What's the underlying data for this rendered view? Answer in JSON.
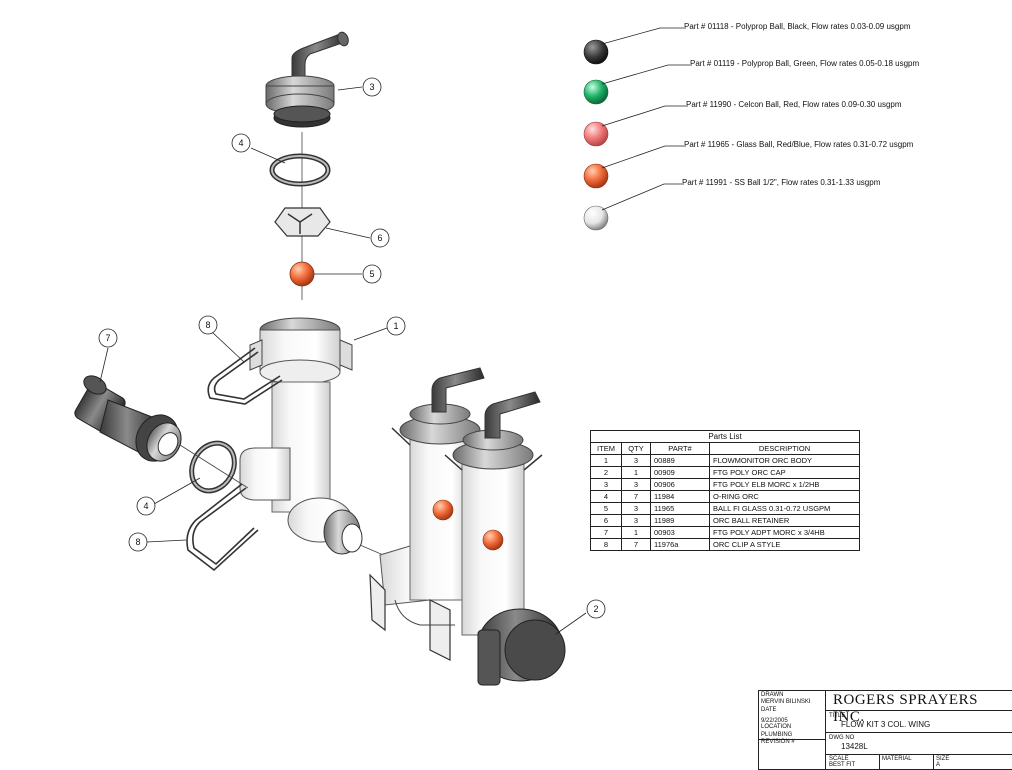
{
  "ball_notes": [
    {
      "text": "Part # 01118 - Polyprop Ball, Black, Flow rates 0.03-0.09 usgpm",
      "color": "#3a3a3a"
    },
    {
      "text": "Part # 01119 - Polyprop Ball, Green, Flow rates 0.05-0.18 usgpm",
      "color": "#22b36a"
    },
    {
      "text": "Part # 11990 - Celcon Ball, Red, Flow rates 0.09-0.30 usgpm",
      "color": "#f07a7a"
    },
    {
      "text": "Part # 11965 - Glass Ball, Red/Blue, Flow rates 0.31-0.72 usgpm",
      "color": "#f26a3a"
    },
    {
      "text": "Part # 11991 - SS Ball 1/2\", Flow rates 0.31-1.33 usgpm",
      "color": "#e6e6e6"
    }
  ],
  "callouts": [
    "3",
    "4",
    "6",
    "5",
    "1",
    "8",
    "7",
    "4",
    "8",
    "2"
  ],
  "parts_list": {
    "title": "Parts List",
    "headers": [
      "ITEM",
      "QTY",
      "PART#",
      "DESCRIPTION"
    ],
    "rows": [
      [
        "1",
        "3",
        "00889",
        "FLOWMONITOR ORC BODY"
      ],
      [
        "2",
        "1",
        "00909",
        "FTG POLY ORC CAP"
      ],
      [
        "3",
        "3",
        "00906",
        "FTG POLY ELB MORC x 1/2HB"
      ],
      [
        "4",
        "7",
        "11984",
        "O-RING ORC"
      ],
      [
        "5",
        "3",
        "11965",
        "BALL FI GLASS 0.31-0.72 USGPM"
      ],
      [
        "6",
        "3",
        "11989",
        "ORC BALL RETAINER"
      ],
      [
        "7",
        "1",
        "00903",
        "FTG POLY ADPT MORC x 3/4HB"
      ],
      [
        "8",
        "7",
        "11976a",
        "ORC CLIP A STYLE"
      ]
    ]
  },
  "title_block": {
    "drawn_label": "DRAWN",
    "drawn_value": "MERVIN BILINSKI",
    "date_label": "DATE",
    "date_value": "9/22/2005",
    "location_label": "LOCATION",
    "location_value": "PLUMBING",
    "revision_label": "REVISION #",
    "company": "ROGERS SPRAYERS INC.",
    "title_label": "TITLE",
    "title_value": "FLOW KIT 3 COL. WING",
    "dwg_label": "DWG NO",
    "dwg_value": "13428L",
    "scale_label": "SCALE",
    "scale_value": "BEST FIT",
    "material_label": "MATERIAL",
    "size_label": "SIZE",
    "size_value": "A"
  }
}
